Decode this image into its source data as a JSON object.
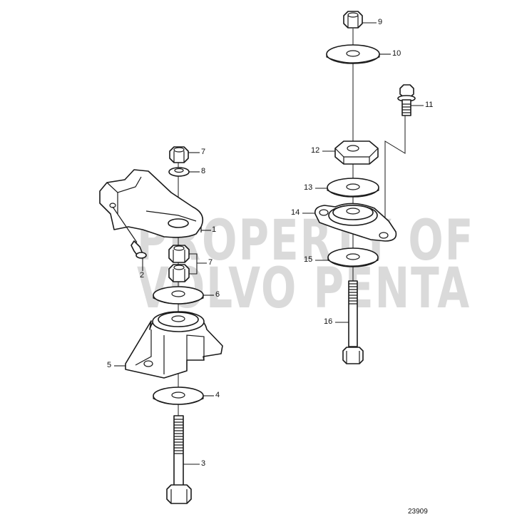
{
  "diagram": {
    "type": "exploded-parts-view",
    "watermark": {
      "line1": "PROPERTY OF",
      "line2": "VOLVO PENTA"
    },
    "drawing_number": "23909",
    "callouts": [
      {
        "id": "1",
        "label": "1",
        "part": "Bracket (upper engine mount)"
      },
      {
        "id": "2",
        "label": "2",
        "part": "Bolt"
      },
      {
        "id": "3",
        "label": "3",
        "part": "Long hex bolt"
      },
      {
        "id": "4",
        "label": "4",
        "part": "Washer"
      },
      {
        "id": "5",
        "label": "5",
        "part": "Rubber mount with bracket"
      },
      {
        "id": "6",
        "label": "6",
        "part": "Washer"
      },
      {
        "id": "7a",
        "label": "7",
        "part": "Hex nut (top)"
      },
      {
        "id": "7b",
        "label": "7",
        "part": "Hex nuts (pair)"
      },
      {
        "id": "8",
        "label": "8",
        "part": "Lock washer"
      },
      {
        "id": "9",
        "label": "9",
        "part": "Hex nut"
      },
      {
        "id": "10",
        "label": "10",
        "part": "Washer"
      },
      {
        "id": "11",
        "label": "11",
        "part": "Flange bolt"
      },
      {
        "id": "12",
        "label": "12",
        "part": "Square spacer"
      },
      {
        "id": "13",
        "label": "13",
        "part": "Washer"
      },
      {
        "id": "14",
        "label": "14",
        "part": "Rubber mount with flange"
      },
      {
        "id": "15",
        "label": "15",
        "part": "Washer"
      },
      {
        "id": "16",
        "label": "16",
        "part": "Long hex bolt"
      }
    ]
  }
}
